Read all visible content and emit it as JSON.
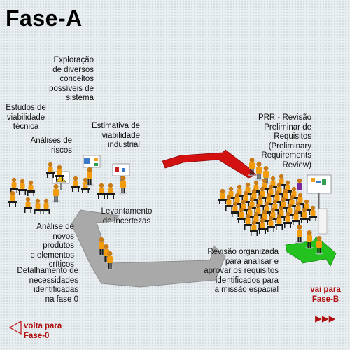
{
  "title": "Fase-A",
  "labels": {
    "exploracao": "Exploração\nde diversos\nconceitos\npossíveis de\nsistema",
    "estudos": "Estudos de\nviabilidade\ntécnica",
    "analises_riscos": "Análises de\nriscos",
    "estimativa": "Estimativa de\nviabilidade\nindustrial",
    "prr": "PRR - Revisão\nPreliminar de\nRequisitos\n(Preliminary\nRequirements\nReview)",
    "levantamento": "Levantamento\nde incertezas",
    "analise_produtos": "Análise de\nnovos produtos\ne elementos\ncríticos",
    "detalhamento": "Detalhamento de\nnecessidades\nidentificadas\nna fase 0",
    "revisao": "Revisão organizada\npara analisar e\naprovar os requisitos\nidentificados para\na missão espacial"
  },
  "nav": {
    "next_label": "vai para\nFase-B",
    "next_arrows": "▶▶▶",
    "prev_label": "volta para\nFase-0"
  },
  "colors": {
    "gray_path": "#a9a9a9",
    "red_path": "#d41111",
    "green_arrow": "#23c21e",
    "worker_body": "#f29b0c",
    "link_text": "#b01010"
  }
}
